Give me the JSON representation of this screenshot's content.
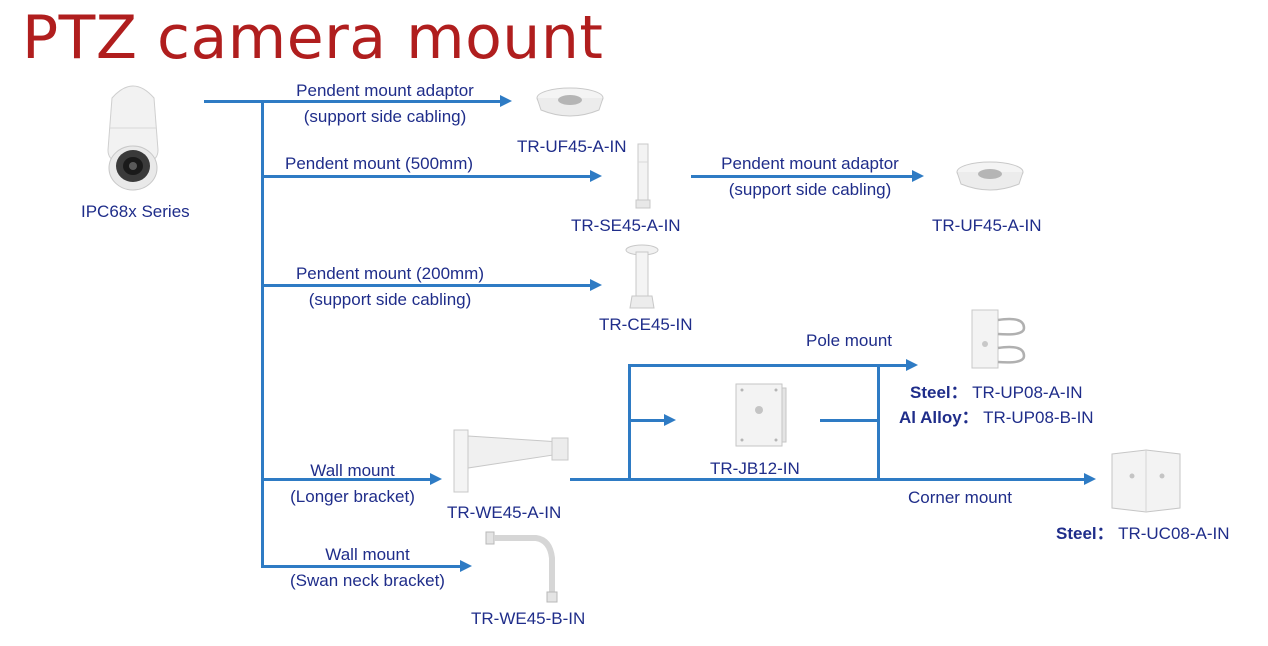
{
  "title": "PTZ camera mount",
  "camera": {
    "label": "IPC68x Series"
  },
  "mounts": {
    "pendent_adaptor": {
      "label_line1": "Pendent  mount adaptor",
      "label_line2": "(support side cabling)",
      "model": "TR-UF45-A-IN"
    },
    "pendent_500": {
      "label": "Pendent  mount (500mm)",
      "model": "TR-SE45-A-IN"
    },
    "pendent_adaptor_2": {
      "label_line1": "Pendent  mount adaptor",
      "label_line2": "(support side cabling)",
      "model": "TR-UF45-A-IN"
    },
    "pendent_200": {
      "label_line1": "Pendent  mount (200mm)",
      "label_line2": "(support side cabling)",
      "model": "TR-CE45-IN"
    },
    "pole": {
      "label": "Pole mount",
      "steel_prefix": "Steel：",
      "steel_model": "TR-UP08-A-IN",
      "alloy_prefix": "Al Alloy：",
      "alloy_model": "TR-UP08-B-IN"
    },
    "junction_box": {
      "model": "TR-JB12-IN"
    },
    "wall_long": {
      "label_line1": "Wall mount",
      "label_line2": "(Longer bracket)",
      "model": "TR-WE45-A-IN"
    },
    "corner": {
      "label": "Corner mount",
      "steel_prefix": "Steel：",
      "steel_model": "TR-UC08-A-IN"
    },
    "wall_swan": {
      "label_line1": "Wall mount",
      "label_line2": "(Swan neck bracket)",
      "model": "TR-WE45-B-IN"
    }
  }
}
